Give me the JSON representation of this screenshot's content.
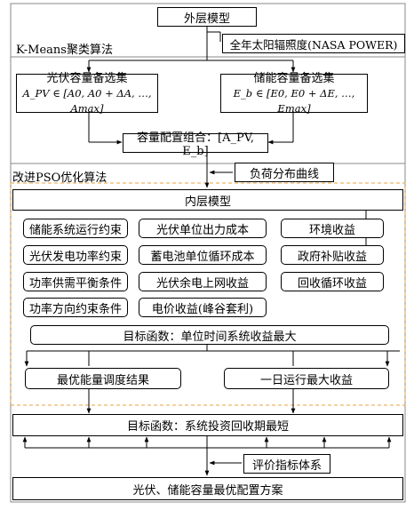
{
  "outer": {
    "title": "外层模型",
    "solar_input": "全年太阳辐照度(NASA POWER)",
    "kmeans_label": "K-Means聚类算法",
    "pv_set_title": "光伏容量备选集",
    "pv_set_formula": "A_PV ∈ [A0, A0 + ΔA, …, Amax]",
    "storage_set_title": "储能容量备选集",
    "storage_set_formula": "E_b ∈ [E0, E0 + ΔE, …, Emax]",
    "combo": "容量配置组合：[A_PV, E_b]",
    "load_curve": "负荷分布曲线",
    "pso_label": "改进PSO优化算法"
  },
  "inner": {
    "title": "内层模型",
    "constraints": [
      "储能系统运行约束",
      "光伏发电功率约束",
      "功率供需平衡条件",
      "功率方向约束条件"
    ],
    "costs": [
      "光伏单位出力成本",
      "蓄电池单位循环成本",
      "光伏余电上网收益",
      "电价收益(峰谷套利)"
    ],
    "benefits": [
      "环境收益",
      "政府补贴收益",
      "回收循环收益"
    ],
    "objective": "目标函数：单位时间系统收益最大",
    "result_dispatch": "最优能量调度结果",
    "result_income": "一日运行最大收益"
  },
  "final": {
    "objective": "目标函数：系统投资回收期最短",
    "evaluation": "评价指标体系",
    "solution": "光伏、储能容量最优配置方案"
  }
}
